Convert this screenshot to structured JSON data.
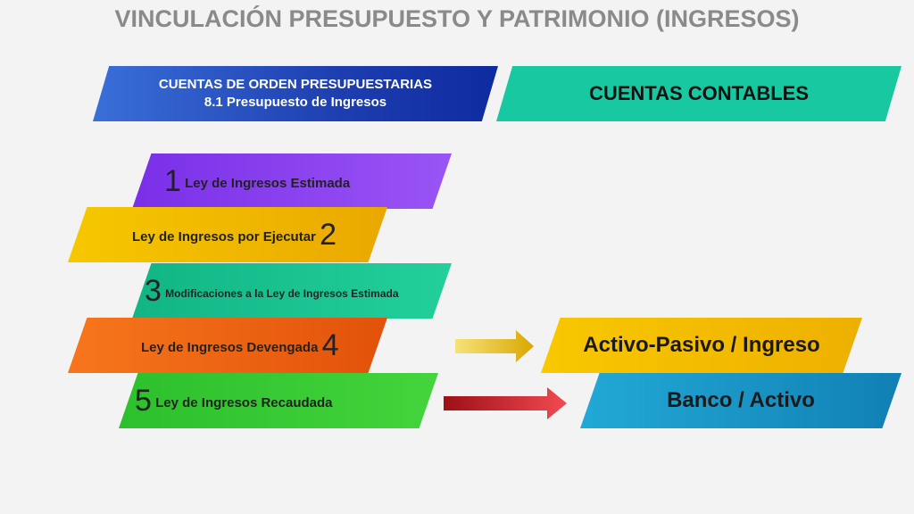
{
  "title": "VINCULACIÓN PRESUPUESTO Y PATRIMONIO (INGRESOS)",
  "headers": {
    "left_line1": "CUENTAS DE ORDEN PRESUPUESTARIAS",
    "left_line2": "8.1 Presupuesto de Ingresos",
    "right": "CUENTAS CONTABLES"
  },
  "steps": [
    {
      "number": "1",
      "label": "Ley de Ingresos Estimada",
      "color": "#8a3ff0"
    },
    {
      "number": "2",
      "label": "Ley de Ingresos por Ejecutar",
      "color": "#f3bb00"
    },
    {
      "number": "3",
      "label": "Modificaciones a la Ley de Ingresos Estimada",
      "color": "#17c28f"
    },
    {
      "number": "4",
      "label": "Ley de Ingresos Devengada",
      "color": "#f26712"
    },
    {
      "number": "5",
      "label": "Ley de Ingresos Recaudada",
      "color": "#37c837"
    }
  ],
  "results": [
    {
      "label": "Activo-Pasivo / Ingreso",
      "color": "#f3bb00",
      "arrow_color": "#e8b700"
    },
    {
      "label": "Banco / Activo",
      "color": "#1c97c9",
      "arrow_color": "#d9232e"
    }
  ]
}
